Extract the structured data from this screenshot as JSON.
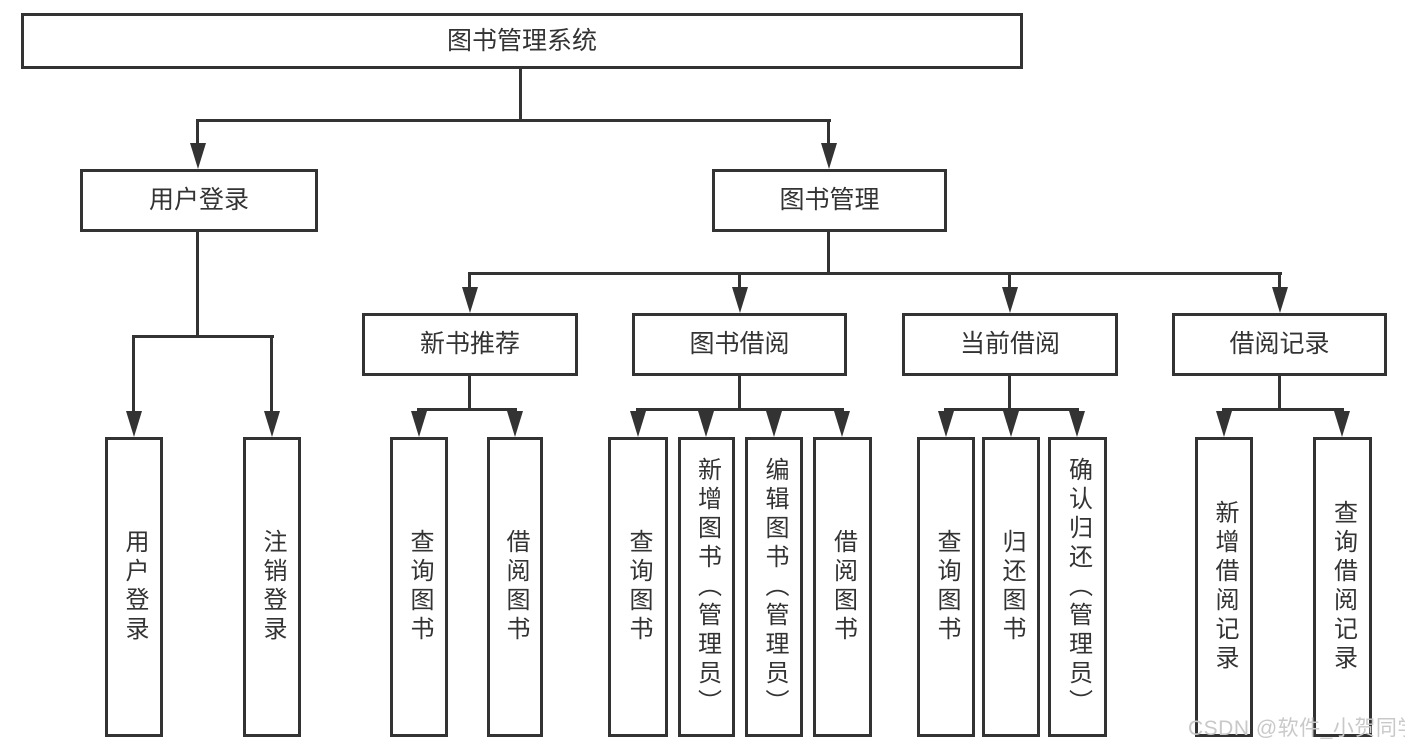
{
  "diagram_type": "hierarchy-tree",
  "root": {
    "label": "图书管理系统"
  },
  "level2": {
    "user_login": "用户登录",
    "book_mgmt": "图书管理"
  },
  "level3": {
    "new_books": "新书推荐",
    "borrowing": "图书借阅",
    "current": "当前借阅",
    "records": "借阅记录"
  },
  "leaves": {
    "user_login": [
      "用户登录",
      "注销登录"
    ],
    "new_books": [
      "查询图书",
      "借阅图书"
    ],
    "borrowing": [
      "查询图书",
      "新增图书（管理员）",
      "编辑图书（管理员）",
      "借阅图书"
    ],
    "current": [
      "查询图书",
      "归还图书",
      "确认归还（管理员）"
    ],
    "records": [
      "新增借阅记录",
      "查询借阅记录"
    ]
  },
  "watermark": "CSDN @软件_小贺同学",
  "colors": {
    "line": "#333333",
    "text": "#333333",
    "watermark": "#c9c9c9",
    "background": "#ffffff"
  }
}
